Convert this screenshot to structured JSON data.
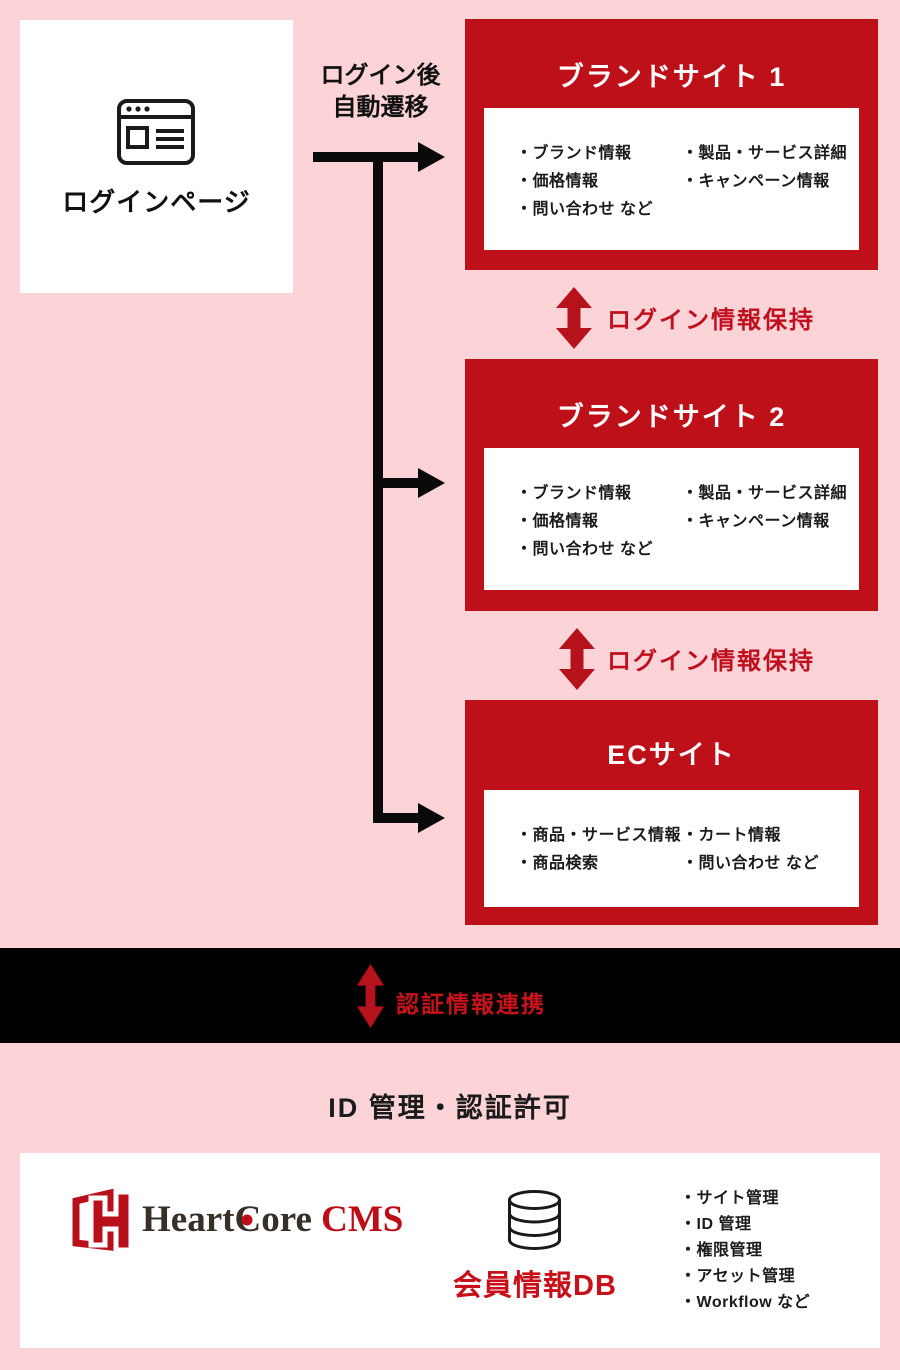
{
  "colors": {
    "background": "#FCD3D6",
    "site_box_red": "#BE1019",
    "arrow_red": "#B5121C",
    "band_black": "#000000",
    "text_red": "#C00F1E"
  },
  "login_page": {
    "label": "ログインページ"
  },
  "transition_note": {
    "line1": "ログイン後",
    "line2": "自動遷移"
  },
  "session_keep_label": "ログイン情報保持",
  "sites": [
    {
      "title": "ブランドサイト 1",
      "items_left": [
        "・ブランド情報",
        "・価格情報",
        "・問い合わせ など"
      ],
      "items_right": [
        "・製品・サービス詳細",
        "・キャンペーン情報"
      ]
    },
    {
      "title": "ブランドサイト 2",
      "items_left": [
        "・ブランド情報",
        "・価格情報",
        "・問い合わせ など"
      ],
      "items_right": [
        "・製品・サービス詳細",
        "・キャンペーン情報"
      ]
    },
    {
      "title": "ECサイト",
      "items_left": [
        "・商品・サービス情報",
        "・商品検索"
      ],
      "items_right": [
        "・カート情報",
        "・問い合わせ など"
      ]
    }
  ],
  "auth_band": {
    "label": "認証情報連携"
  },
  "id_management": {
    "heading": "ID 管理・認証許可"
  },
  "cms_panel": {
    "logo": {
      "text_part1": "Heart",
      "text_part2": "C",
      "text_part3": "ore",
      "text_suffix": " CMS"
    },
    "member_db": {
      "label": "会員情報DB"
    },
    "features": [
      "・サイト管理",
      "・ID 管理",
      "・権限管理",
      "・アセット管理",
      "・Workflow など"
    ]
  }
}
